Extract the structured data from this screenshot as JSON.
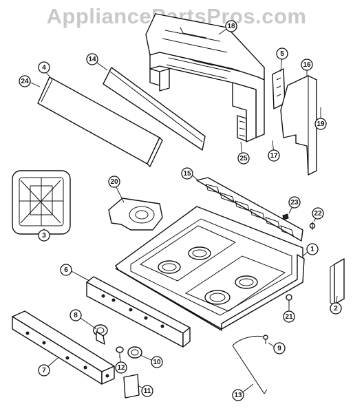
{
  "watermark": "AppliancePartsPros.com",
  "callouts": [
    {
      "id": "c18",
      "label": "18"
    },
    {
      "id": "c4",
      "label": "4"
    },
    {
      "id": "c24",
      "label": "24"
    },
    {
      "id": "c14",
      "label": "14"
    },
    {
      "id": "c5",
      "label": "5"
    },
    {
      "id": "c16",
      "label": "16"
    },
    {
      "id": "c19",
      "label": "19"
    },
    {
      "id": "c25",
      "label": "25"
    },
    {
      "id": "c17",
      "label": "17"
    },
    {
      "id": "c3",
      "label": "3"
    },
    {
      "id": "c20",
      "label": "20"
    },
    {
      "id": "c15",
      "label": "15"
    },
    {
      "id": "c23",
      "label": "23"
    },
    {
      "id": "c22",
      "label": "22"
    },
    {
      "id": "c1",
      "label": "1"
    },
    {
      "id": "c6",
      "label": "6"
    },
    {
      "id": "c2",
      "label": "2"
    },
    {
      "id": "c21",
      "label": "21"
    },
    {
      "id": "c8",
      "label": "8"
    },
    {
      "id": "c9",
      "label": "9"
    },
    {
      "id": "c12",
      "label": "12"
    },
    {
      "id": "c10",
      "label": "10"
    },
    {
      "id": "c7",
      "label": "7"
    },
    {
      "id": "c11",
      "label": "11"
    },
    {
      "id": "c13",
      "label": "13"
    }
  ]
}
